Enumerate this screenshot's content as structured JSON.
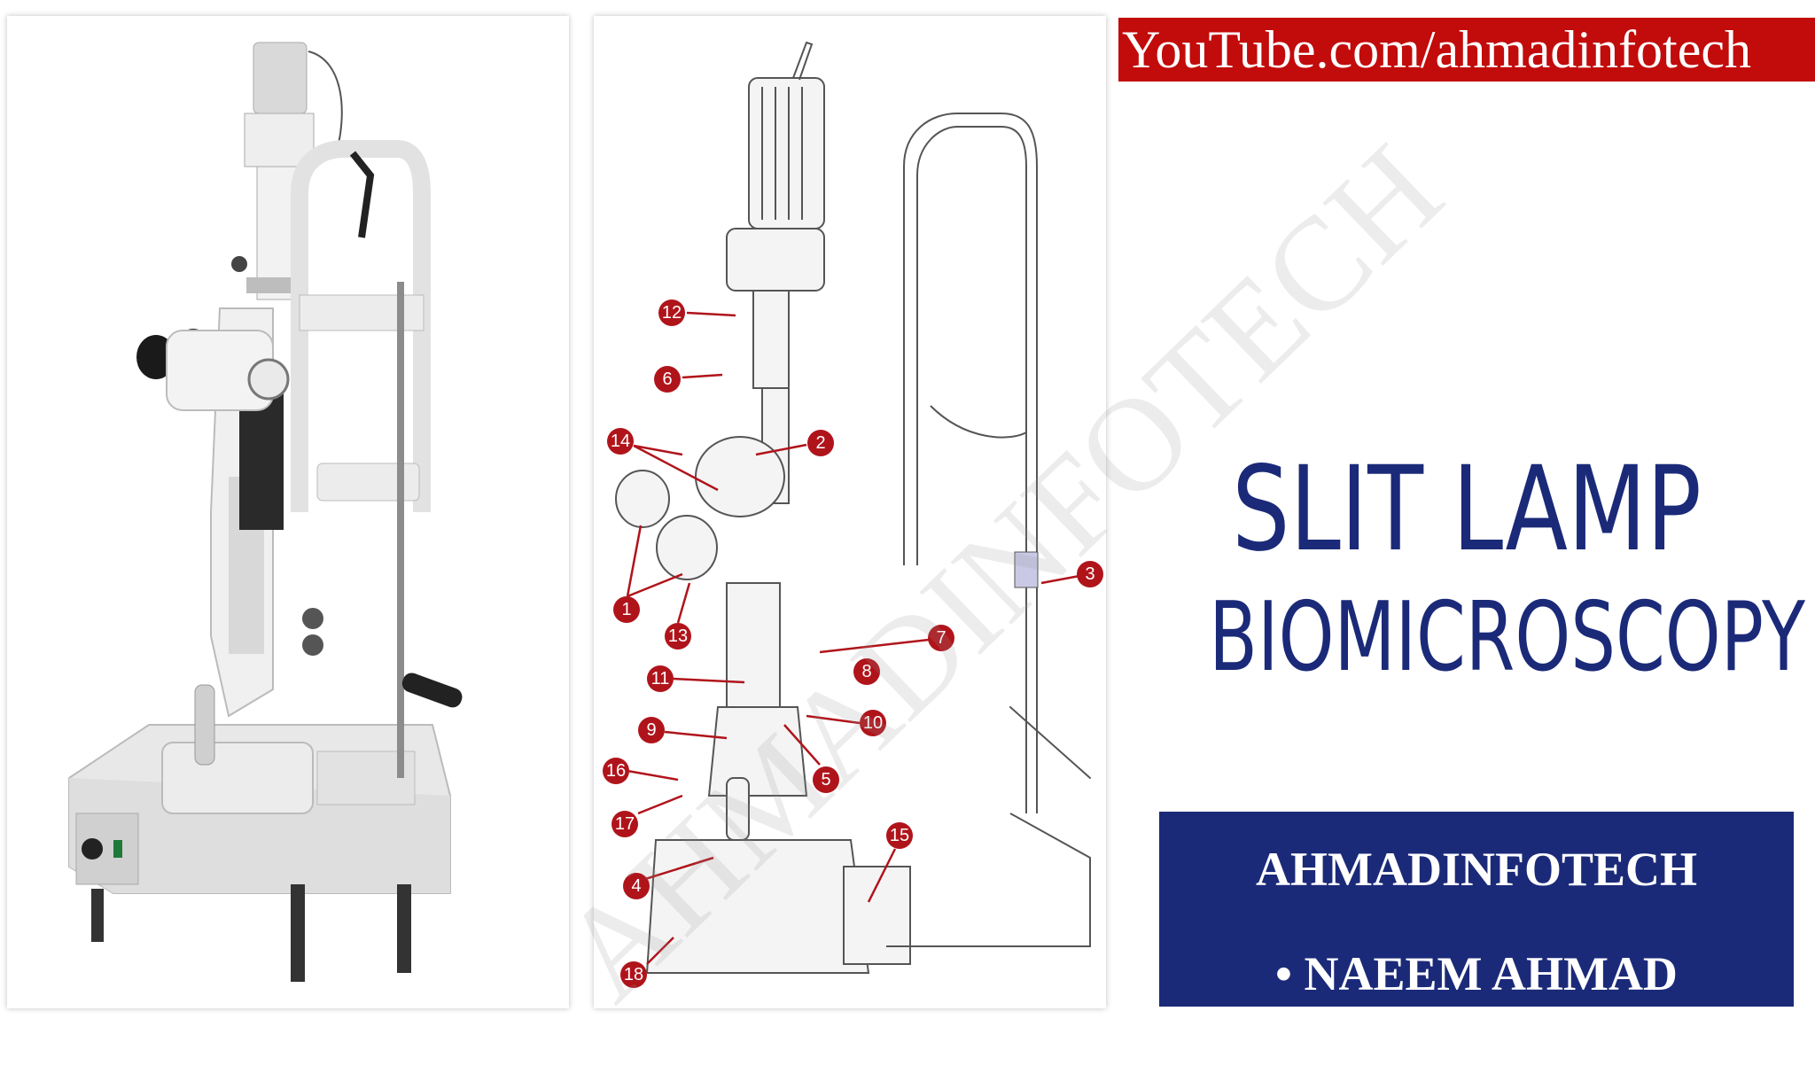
{
  "youtube_banner": "YouTube.com/ahmadinfotech",
  "title_line_1": "SLIT LAMP",
  "title_line_2": "BIOMICROSCOPY",
  "credit_channel": "AHMADINFOTECH",
  "credit_author": "NAEEM AHMAD",
  "credit_bullet": "•",
  "watermark": "AHMADINFOTECH",
  "diagram_callouts": [
    "1",
    "2",
    "3",
    "4",
    "5",
    "6",
    "7",
    "8",
    "9",
    "10",
    "11",
    "12",
    "13",
    "14",
    "15",
    "16",
    "17",
    "18"
  ],
  "colors": {
    "title_blue": "#1b2a78",
    "banner_red": "#c20b0b",
    "callout_red": "#b0141b"
  }
}
